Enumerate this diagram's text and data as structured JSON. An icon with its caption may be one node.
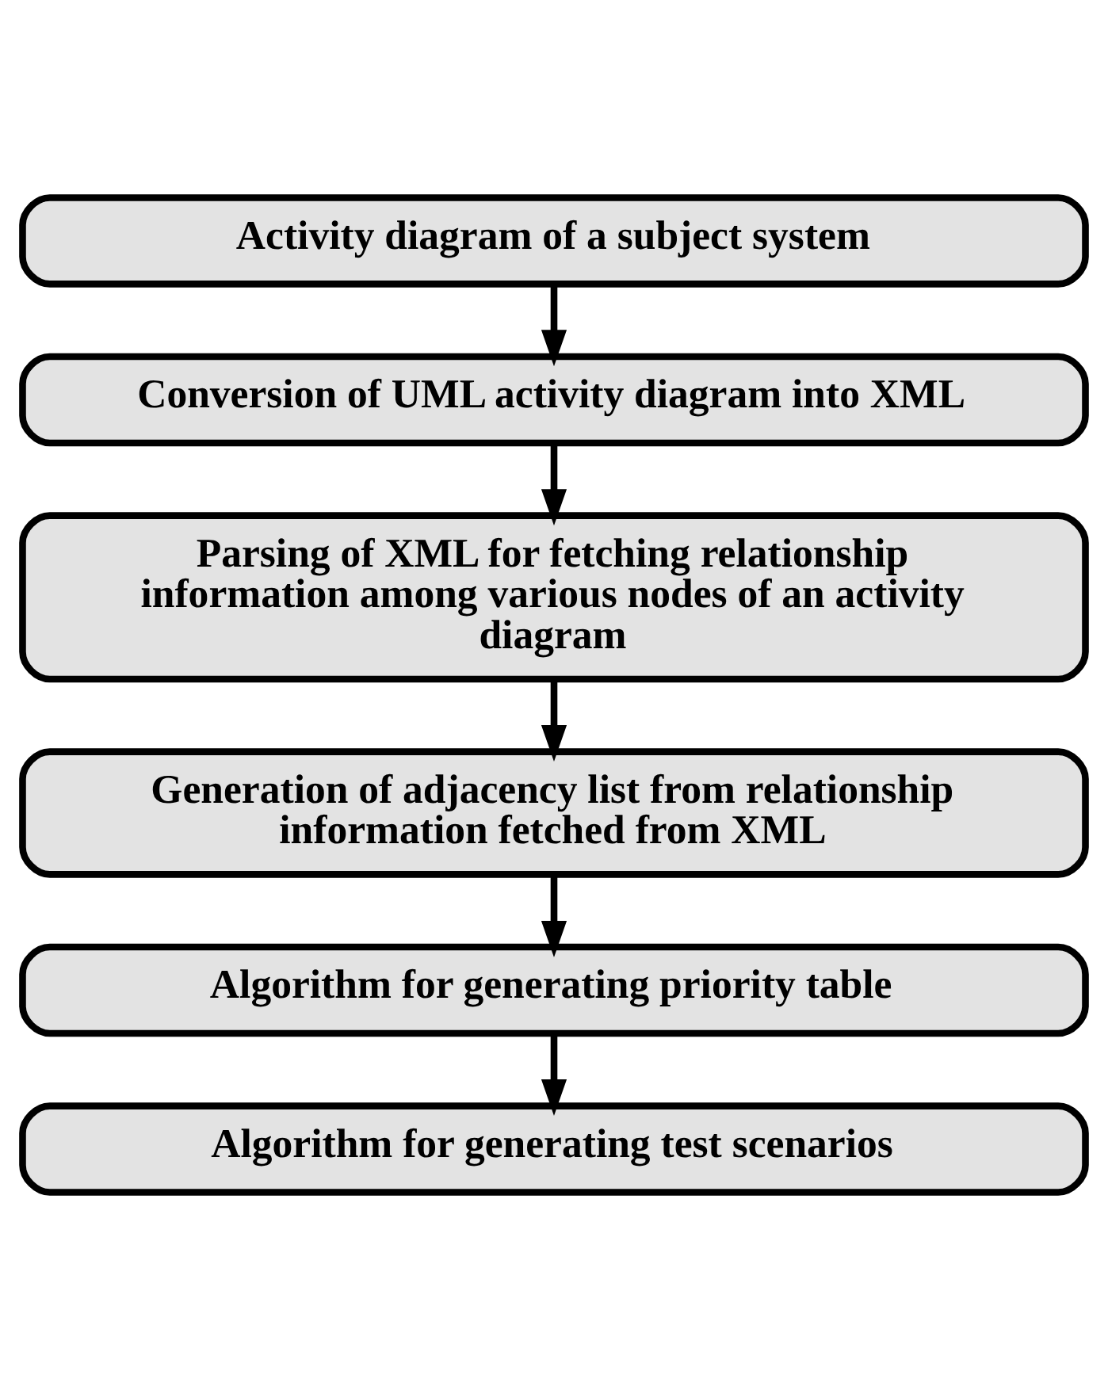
{
  "diagram": {
    "nodes": [
      {
        "text": [
          "Activity diagram of a subject system"
        ]
      },
      {
        "text": [
          "Conversion of UML activity diagram into XML"
        ]
      },
      {
        "text": [
          "Parsing of XML for fetching relationship information among various nodes of an activity diagram"
        ]
      },
      {
        "text": [
          "Generation of adjacency list from relationship information fetched from XML"
        ]
      },
      {
        "text": [
          "Algorithm for generating priority table"
        ]
      },
      {
        "text": [
          "Algorithm for generating test scenarios"
        ]
      }
    ],
    "edges": [
      {
        "from": 0,
        "to": 1,
        "arrow": "to"
      },
      {
        "from": 1,
        "to": 2,
        "arrow": "to"
      },
      {
        "from": 2,
        "to": 3,
        "arrow": "to"
      },
      {
        "from": 3,
        "to": 4,
        "arrow": "to"
      },
      {
        "from": 4,
        "to": 5,
        "arrow": "to"
      }
    ]
  }
}
